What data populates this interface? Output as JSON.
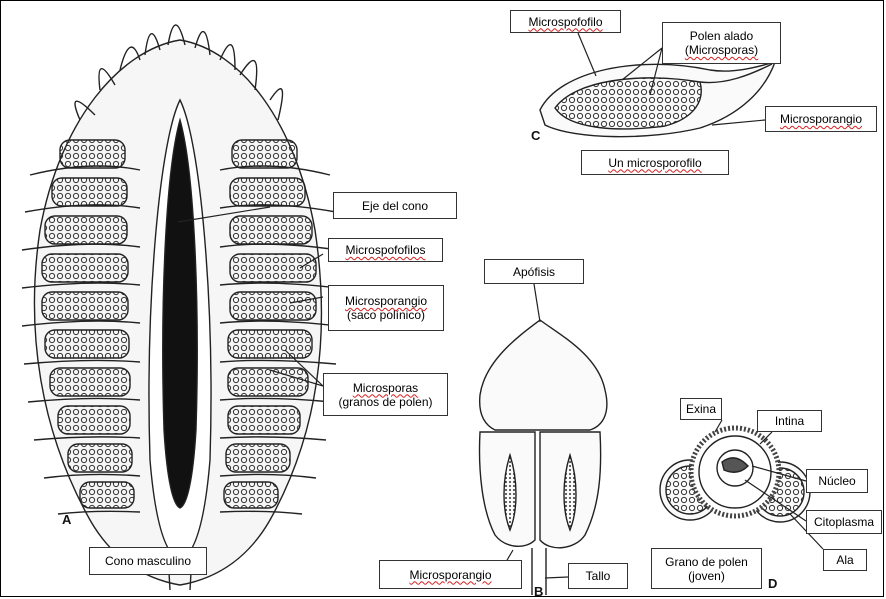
{
  "labels": {
    "microspofofilo": "Microspofofilo",
    "polen_alado_1": "Polen alado",
    "polen_alado_2": "(Microsporas)",
    "microsporangio_c": "Microsporangio",
    "un_microsporofilo": "Un microsporofilo",
    "eje_del_cono": "Eje del cono",
    "microspofofilos": "Microspofofilos",
    "microsporangio_a_1": "Microsporangio",
    "microsporangio_a_2": "(saco polínico)",
    "microsporas_1": "Microsporas",
    "microsporas_2": "(granos de polen)",
    "cono_masculino": "Cono masculino",
    "apofisis": "Apófisis",
    "microsporangio_b": "Microsporangio",
    "tallo": "Tallo",
    "exina": "Exina",
    "intina": "Intina",
    "nucleo": "Núcleo",
    "citoplasma": "Citoplasma",
    "ala": "Ala",
    "grano_1": "Grano de polen",
    "grano_2": "(joven)"
  },
  "panel_letters": {
    "a": "A",
    "b": "B",
    "c": "C",
    "d": "D"
  }
}
